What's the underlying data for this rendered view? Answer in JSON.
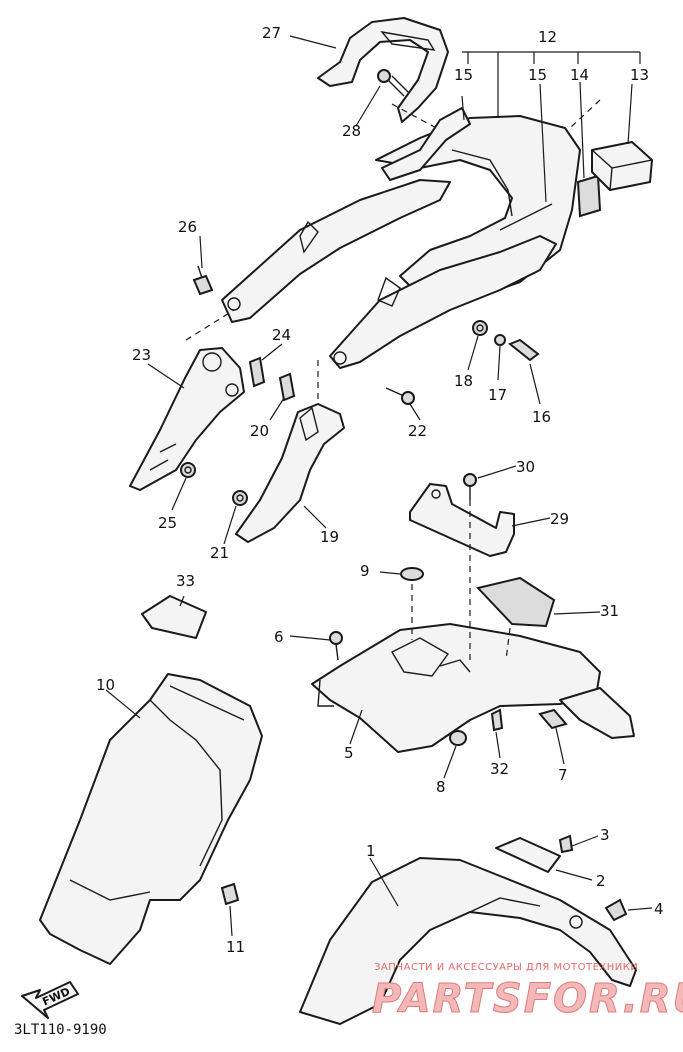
{
  "diagram_code": "3LT110-9190",
  "fwd_label": "FWD",
  "watermark": {
    "line1": "ЗАПЧАСТИ И АКСЕССУАРЫ ДЛЯ МОТОТЕХНИКИ",
    "line2": "PARTSFOR.RU"
  },
  "callouts": {
    "c1": "1",
    "c2": "2",
    "c3": "3",
    "c4": "4",
    "c5": "5",
    "c6": "6",
    "c7": "7",
    "c8": "8",
    "c9": "9",
    "c10": "10",
    "c11": "11",
    "c12": "12",
    "c13": "13",
    "c14": "14",
    "c15a": "15",
    "c15b": "15",
    "c16": "16",
    "c17": "17",
    "c18": "18",
    "c19": "19",
    "c20": "20",
    "c21": "21",
    "c22": "22",
    "c23": "23",
    "c24": "24",
    "c25": "25",
    "c26": "26",
    "c27": "27",
    "c28": "28",
    "c29": "29",
    "c30": "30",
    "c31": "31",
    "c32": "32",
    "c33": "33"
  }
}
